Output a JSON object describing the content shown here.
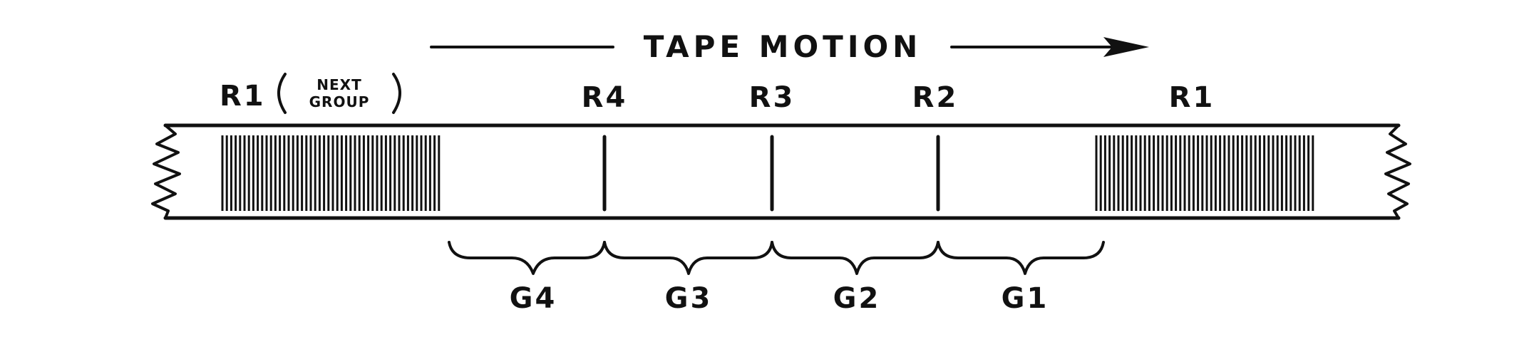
{
  "motion": {
    "label": "TAPE MOTION"
  },
  "records": {
    "next_group_prefix": "R1",
    "next_group_note_line1": "NEXT",
    "next_group_note_line2": "GROUP",
    "r4": "R4",
    "r3": "R3",
    "r2": "R2",
    "r1": "R1"
  },
  "gaps": {
    "g4": "G4",
    "g3": "G3",
    "g2": "G2",
    "g1": "G1"
  },
  "colors": {
    "ink": "#111111",
    "paper": "#ffffff"
  }
}
